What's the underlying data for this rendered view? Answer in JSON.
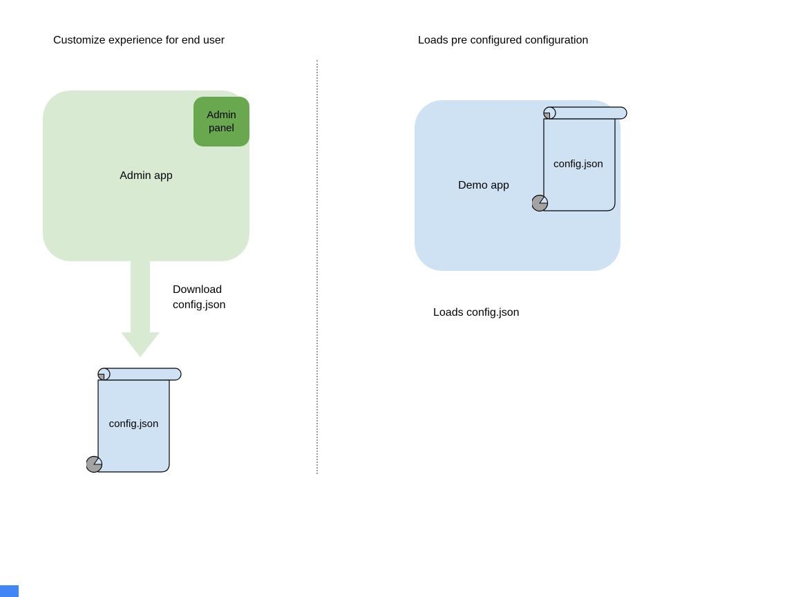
{
  "colors": {
    "background": "#ffffff",
    "light_green": "#d9ead3",
    "dark_green": "#6aa84f",
    "light_blue": "#cfe2f3",
    "curl_gray": "#a3a3a3",
    "outline_black": "#000000",
    "divider_gray": "#999999",
    "corner_bar_blue": "#4285f4"
  },
  "left_panel": {
    "title": "Customize experience for end user",
    "admin_app_label": "Admin app",
    "admin_panel_label": "Admin panel",
    "arrow_label": "Download\nconfig.json",
    "scroll_label": "config.json"
  },
  "right_panel": {
    "title": "Loads pre configured configuration",
    "demo_app_label": "Demo app",
    "scroll_label": "config.json",
    "caption": "Loads config.json"
  }
}
